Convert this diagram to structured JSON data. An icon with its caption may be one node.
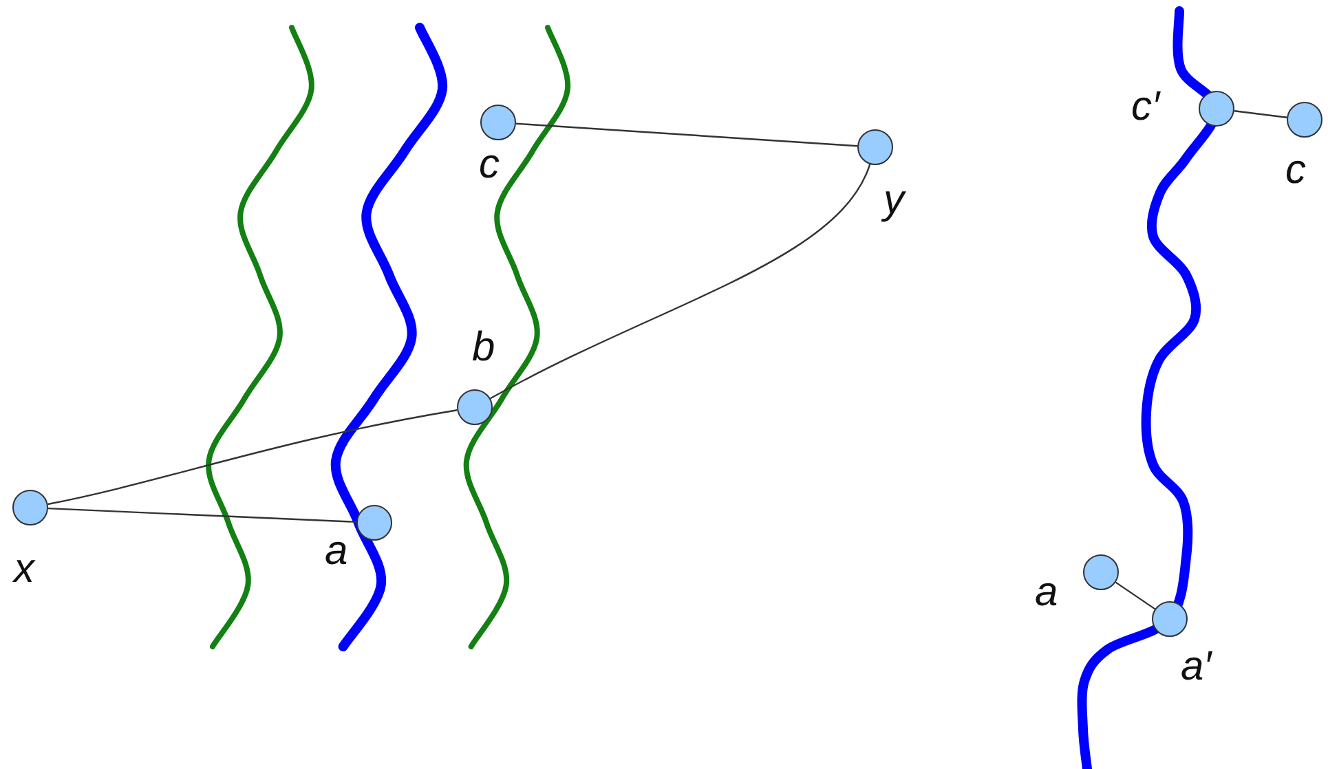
{
  "diagram": {
    "nodes": [
      {
        "text": [],
        "shape": "circle",
        "beside": [
          "c"
        ]
      },
      {
        "text": [],
        "shape": "circle",
        "beside": [
          "y"
        ]
      },
      {
        "text": [],
        "shape": "circle",
        "beside": [
          "b"
        ]
      },
      {
        "text": [],
        "shape": "circle",
        "beside": [
          "x"
        ]
      },
      {
        "text": [],
        "shape": "circle",
        "beside": [
          "a"
        ]
      },
      {
        "text": [],
        "shape": "circle",
        "beside": [
          "c′"
        ]
      },
      {
        "text": [],
        "shape": "circle",
        "beside": [
          "c"
        ]
      },
      {
        "text": [],
        "shape": "circle",
        "beside": [
          "a"
        ]
      },
      {
        "text": [],
        "shape": "circle",
        "beside": [
          "a′"
        ]
      }
    ],
    "edges": [
      {
        "from": 0,
        "to": 1,
        "arrow": "none"
      },
      {
        "from": 3,
        "to": 2,
        "arrow": "none"
      },
      {
        "from": 2,
        "to": 1,
        "arrow": "none"
      },
      {
        "from": 3,
        "to": 4,
        "arrow": "none"
      },
      {
        "from": 5,
        "to": 6,
        "arrow": "none"
      },
      {
        "from": 7,
        "to": 8,
        "arrow": "none"
      }
    ]
  }
}
